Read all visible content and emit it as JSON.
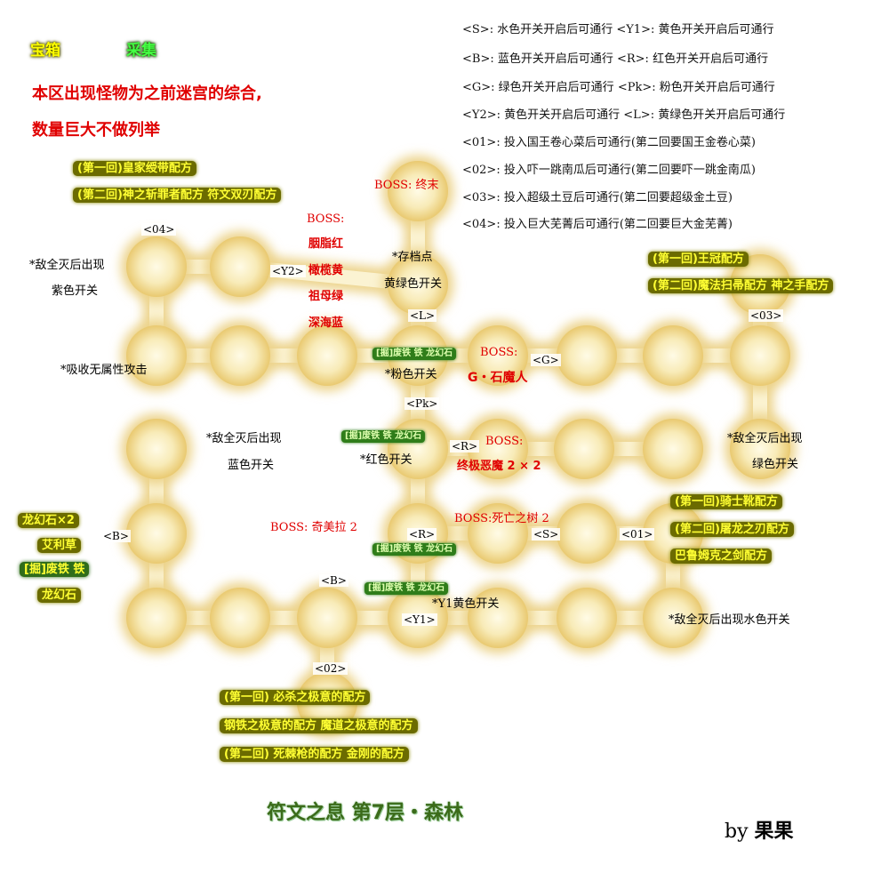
{
  "header": {
    "chest_label": "宝箱",
    "gather_label": "采集"
  },
  "warning": [
    "本区出现怪物为之前迷宫的综合,",
    "数量巨大不做列举"
  ],
  "legend": [
    "<S>: 水色开关开启后可通行  <Y1>: 黄色开关开启后可通行",
    "<B>: 蓝色开关开启后可通行  <R>: 红色开关开启后可通行",
    "<G>: 绿色开关开启后可通行  <Pk>: 粉色开关开启后可通行",
    "<Y2>: 黄色开关开启后可通行  <L>: 黄绿色开关开启后可通行",
    "<01>: 投入国王卷心菜后可通行(第二回要国王金卷心菜)",
    "<02>: 投入吓一跳南瓜后可通行(第二回要吓一跳金南瓜)",
    "<03>: 投入超级土豆后可通行(第二回要超级金土豆)",
    "<04>: 投入巨大芜菁后可通行(第二回要巨大金芜菁)"
  ],
  "gates": {
    "g04": "<04>",
    "gY2": "<Y2>",
    "gL": "<L>",
    "gG": "<G>",
    "g03": "<03>",
    "gPk": "<Pk>",
    "gR1": "<R>",
    "gB1": "<B>",
    "gR2": "<R>",
    "gS": "<S>",
    "g01": "<01>",
    "gB2": "<B>",
    "gY1": "<Y1>",
    "g02": "<02>"
  },
  "chests": {
    "nw1": "(第一回)皇家绶带配方",
    "nw2": "(第二回)神之斩罪者配方 符文双刃配方",
    "ne1": "(第一回)王冠配方",
    "ne2": "(第二回)魔法扫帚配方 神之手配方",
    "e1": "(第一回)骑士靴配方",
    "e2": "(第二回)屠龙之刃配方",
    "e3": "巴鲁姆克之剑配方",
    "s1": "(第一回) 必杀之极意的配方",
    "s2": "钢铁之极意的配方 魔道之极意的配方",
    "s3": "(第二回) 死棘枪的配方 金刚的配方"
  },
  "west_items": {
    "w1": "龙幻石×2",
    "w2": "艾利草",
    "w3": "[掘]废铁 铁",
    "w4": "龙幻石"
  },
  "gathers": {
    "c1": "[掘]废铁 铁 龙幻石",
    "c2": "[掘]废铁 铁 龙幻石",
    "c3": "[掘]废铁 铁 龙幻石",
    "c4": "[掘]废铁 铁 龙幻石"
  },
  "bosses": {
    "top_label": "BOSS: 终末",
    "mid_label": "BOSS:",
    "mid_names": [
      "胭脂红",
      "橄榄黄",
      "祖母绿",
      "深海蓝"
    ],
    "golem_label": "BOSS:",
    "golem_name": "G・石魔人",
    "demon_label": "BOSS:",
    "demon_name": "终极恶魔 2 × 2",
    "chimera": "BOSS: 奇美拉 2",
    "death": "BOSS:死亡之树 2"
  },
  "notes": {
    "nw_a": "*敌全灭后出现",
    "nw_b": "紫色开关",
    "save": "*存档点",
    "yg": "黄绿色开关",
    "absorb": "*吸收无属性攻击",
    "pink": "*粉色开关",
    "blue_a": "*敌全灭后出现",
    "blue_b": "蓝色开关",
    "red": "*红色开关",
    "green_a": "*敌全灭后出现",
    "green_b": "绿色开关",
    "yellow": "*Y1黄色开关",
    "water": "*敌全灭后出现水色开关"
  },
  "title": "符文之息 第7层・森林",
  "credit": {
    "by": "by",
    "name": "果果"
  },
  "map_colors": {
    "center": "#fffbe6",
    "mid": "#f6e6a8",
    "edge": "#e9c970"
  }
}
